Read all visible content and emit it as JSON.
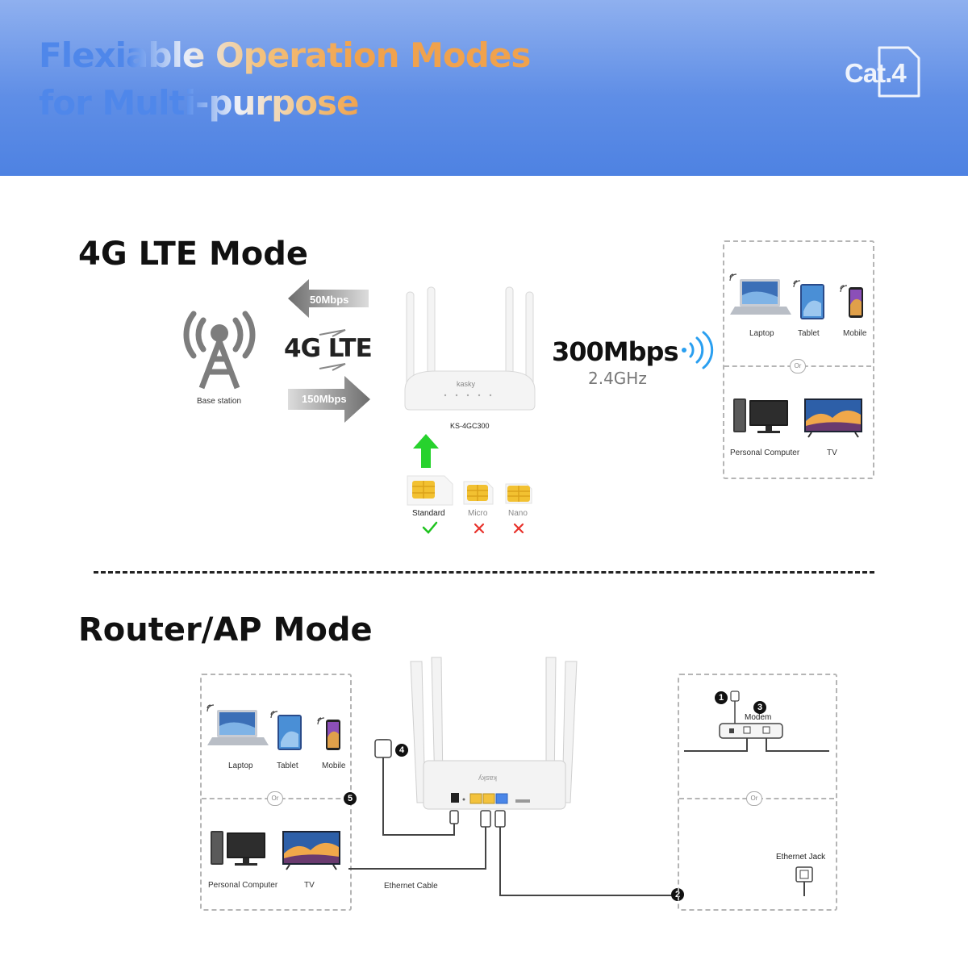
{
  "banner": {
    "headline_line1": "Flexiable Operation Modes",
    "headline_line2": "for Multi-purpose",
    "badge_text": "Cat.4",
    "colors": {
      "blue": "#4f87ea",
      "orange": "#f0a24d"
    }
  },
  "lte_mode": {
    "title": "4G LTE Mode",
    "base_station_label": "Base station",
    "upload_speed": "50Mbps",
    "download_speed": "150Mbps",
    "lte_label": "4G LTE",
    "router_model": "KS-4GC300",
    "router_brand": "kasky",
    "wifi_speed": "300Mbps",
    "wifi_band": "2.4GHz",
    "sim_cards": [
      {
        "label": "Standard",
        "status": "supported"
      },
      {
        "label": "Micro",
        "status": "unsupported"
      },
      {
        "label": "Nano",
        "status": "unsupported"
      }
    ],
    "devices_top": [
      "Laptop",
      "Tablet",
      "Mobile"
    ],
    "devices_bottom": [
      "Personal Computer",
      "TV"
    ],
    "or_label": "Or"
  },
  "router_mode": {
    "title": "Router/AP Mode",
    "devices_top": [
      "Laptop",
      "Tablet",
      "Mobile"
    ],
    "devices_bottom": [
      "Personal Computer",
      "TV"
    ],
    "or_label": "Or",
    "router_brand": "kasky",
    "ethernet_cable_label": "Ethernet Cable",
    "modem_label": "Modem",
    "ethernet_jack_label": "Ethernet Jack",
    "step_markers": [
      "1",
      "2",
      "3",
      "4",
      "5"
    ]
  }
}
